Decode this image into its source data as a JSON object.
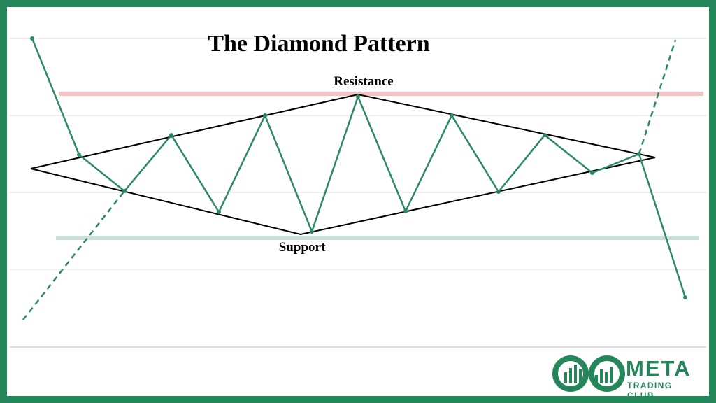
{
  "title": "The Diamond Pattern",
  "labels": {
    "resistance": "Resistance",
    "support": "Support"
  },
  "logo": {
    "wordmark": "META",
    "subtitle": "TRADING CLUB",
    "name": "meta-trading-club-logo"
  },
  "colors": {
    "frame": "#25865a",
    "price_line": "#2a8a64",
    "diamond_outline": "#000000",
    "resistance_line": "#f6c4c4",
    "support_line": "#c9e2d6",
    "gridline": "#dddddd"
  }
}
